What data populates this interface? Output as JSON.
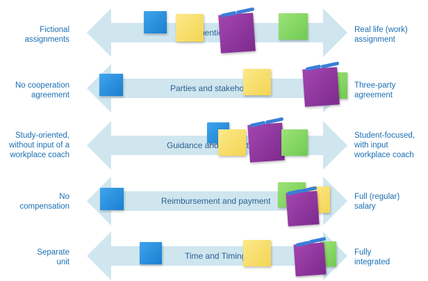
{
  "rows": [
    {
      "left": "Fictional\nassignments",
      "center": "Authenticity",
      "right": "Real life (work)\nassignment"
    },
    {
      "left": "No cooperation\nagreement",
      "center": "Parties and stakeholders",
      "right": "Three-party\nagreement"
    },
    {
      "left": "Study-oriented,\nwithout input of a\nworkplace coach",
      "center": "Guidance and support",
      "right": "Student-focused,\nwith input\nworkplace coach"
    },
    {
      "left": "No\ncompensation",
      "center": "Reimbursement and payment",
      "right": "Full (regular)\nsalary"
    },
    {
      "left": "Separate\nunit",
      "center": "Time and Timing",
      "right": "Fully\nintegrated"
    }
  ],
  "colors": {
    "arrow": "#cfe6ef",
    "label": "#1b6fb3",
    "note_blue": "#2b8fdf",
    "note_yellow": "#f8df6a",
    "note_green": "#86d863",
    "note_purple": "#8e359f"
  }
}
